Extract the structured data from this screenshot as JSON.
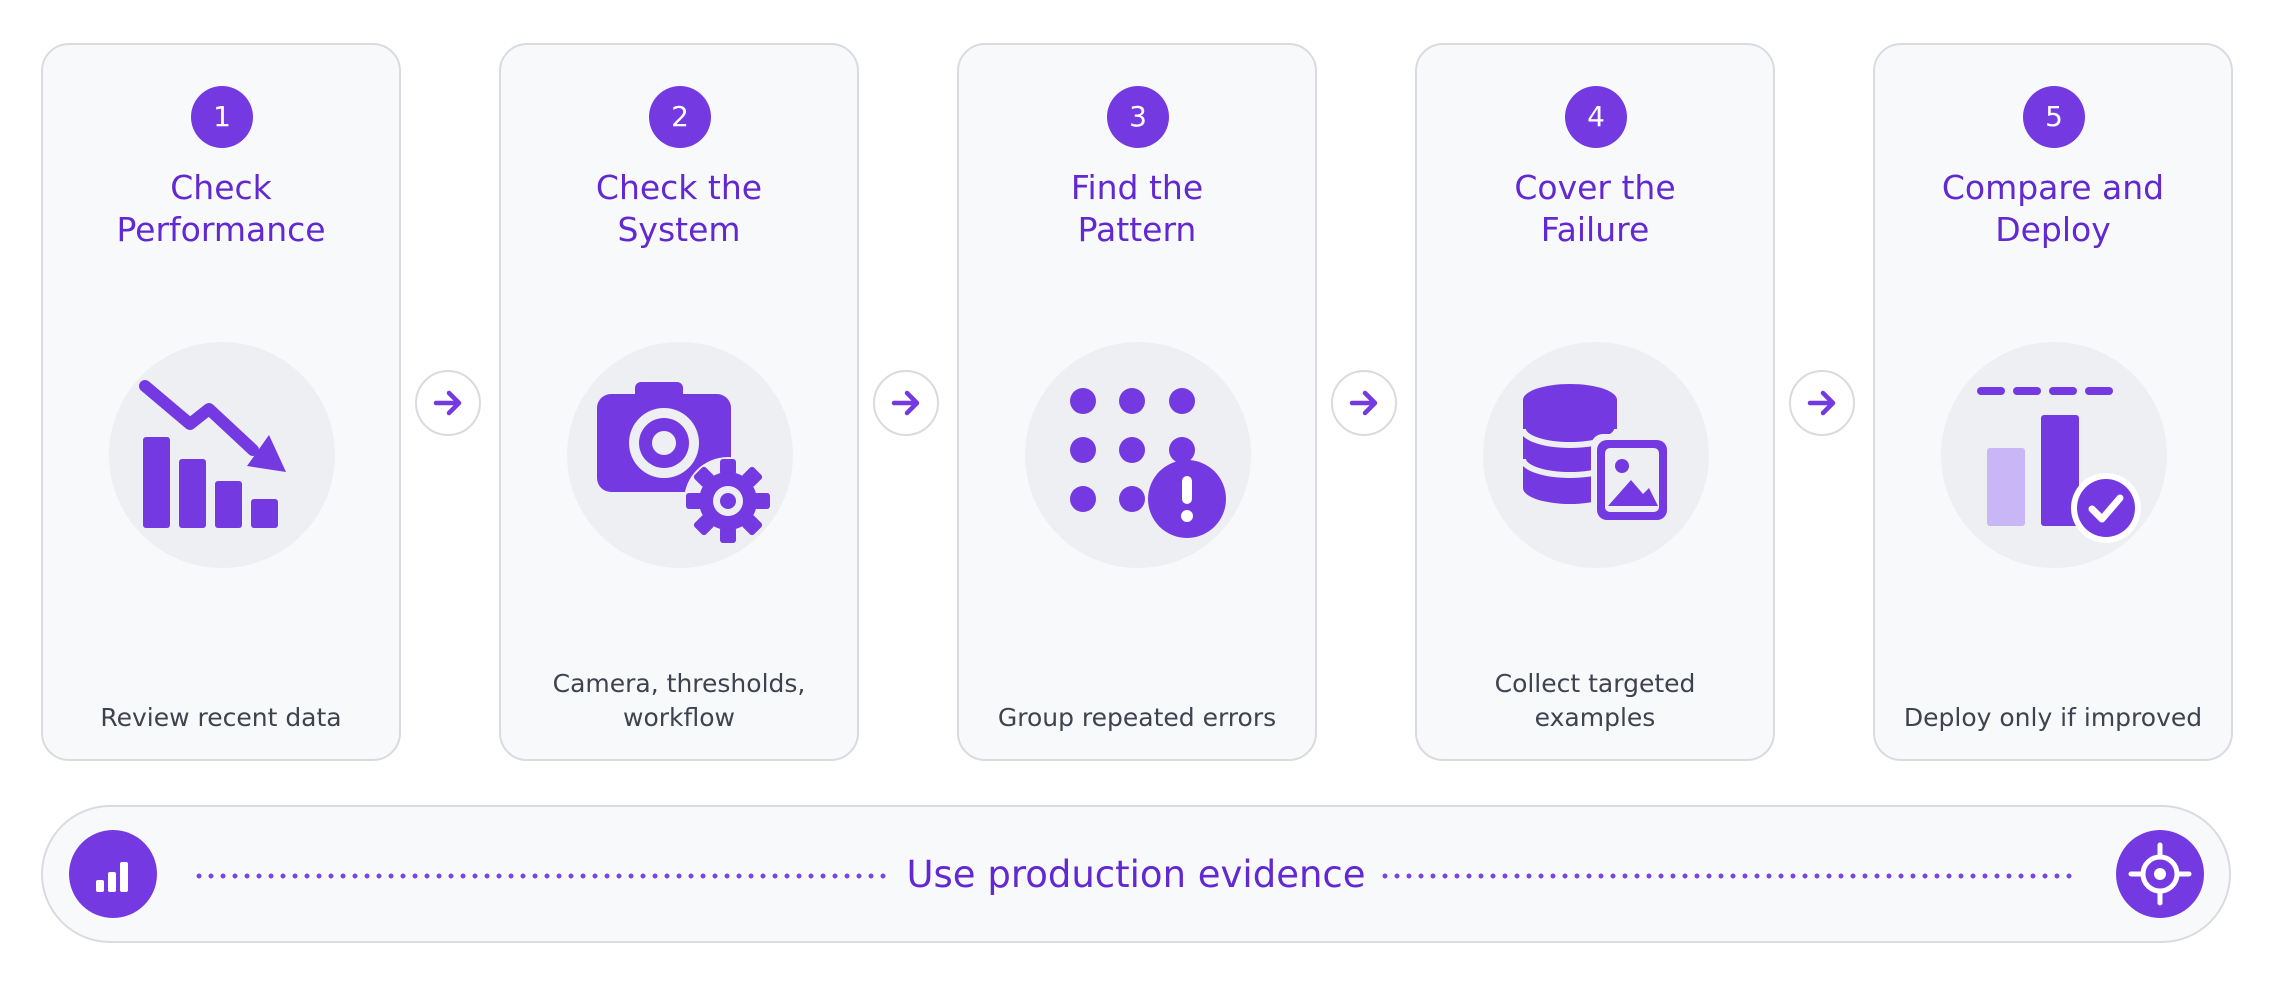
{
  "steps": [
    {
      "number": "1",
      "title_line1": "Check",
      "title_line2": "Performance",
      "desc_line1": "",
      "desc_line2": "Review recent data",
      "icon": "declining-chart-icon"
    },
    {
      "number": "2",
      "title_line1": "Check the",
      "title_line2": "System",
      "desc_line1": "Camera, thresholds,",
      "desc_line2": "workflow",
      "icon": "camera-gear-icon"
    },
    {
      "number": "3",
      "title_line1": "Find the",
      "title_line2": "Pattern",
      "desc_line1": "",
      "desc_line2": "Group repeated errors",
      "icon": "dot-grid-alert-icon"
    },
    {
      "number": "4",
      "title_line1": "Cover the",
      "title_line2": "Failure",
      "desc_line1": "Collect targeted",
      "desc_line2": "examples",
      "icon": "database-image-icon"
    },
    {
      "number": "5",
      "title_line1": "Compare and",
      "title_line2": "Deploy",
      "desc_line1": "",
      "desc_line2": "Deploy only if improved",
      "icon": "bar-compare-check-icon"
    }
  ],
  "connector_icon": "arrow-right-icon",
  "banner": {
    "label": "Use production evidence",
    "left_icon": "bar-chart-icon",
    "right_icon": "target-crosshair-icon"
  },
  "colors": {
    "accent": "#7439e0",
    "title": "#6228d1",
    "light_accent": "#c8b6f6",
    "card_bg": "#f8f9fb",
    "card_border": "#d9dbe1",
    "icon_circle": "#eeeff3",
    "text": "#3f4250"
  }
}
